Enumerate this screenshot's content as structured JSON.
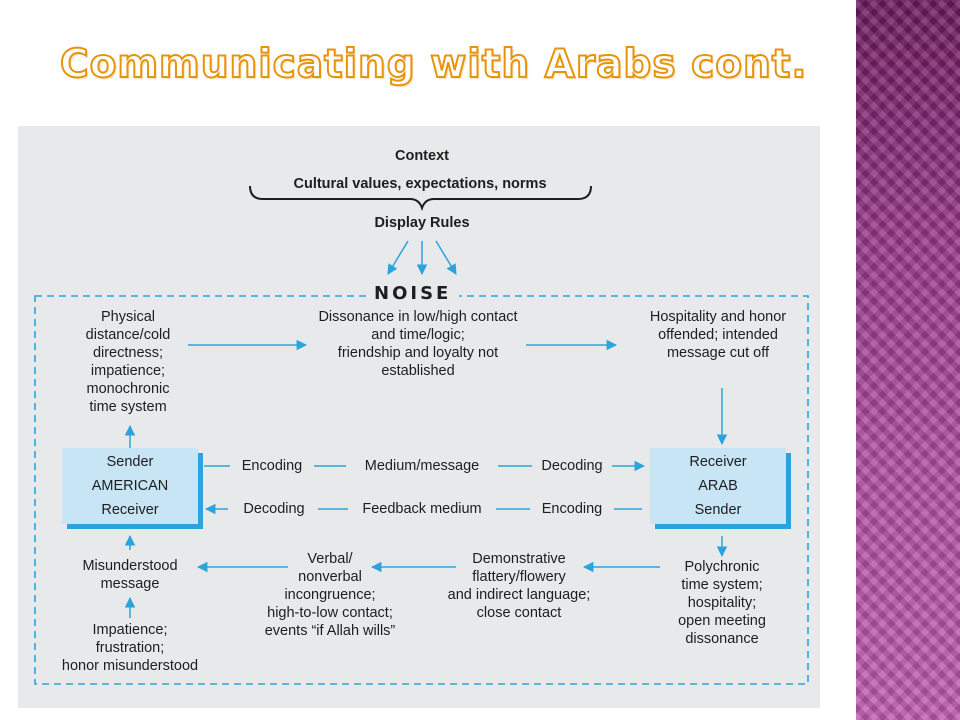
{
  "title": "Communicating with Arabs cont.",
  "diagram": {
    "context": "Context",
    "cultural": "Cultural values, expectations, norms",
    "display_rules": "Display Rules",
    "noise": "NOISE",
    "top_left": "Physical\ndistance/cold\ndirectness;\nimpatience;\nmonochronic\ntime system",
    "top_mid": "Dissonance in low/high contact\nand time/logic;\nfriendship and loyalty not\nestablished",
    "top_right": "Hospitality and honor\noffended; intended\nmessage cut off",
    "sender_box": [
      "Sender",
      "AMERICAN",
      "Receiver"
    ],
    "receiver_box": [
      "Receiver",
      "ARAB",
      "Sender"
    ],
    "row1": [
      "Encoding",
      "Medium/message",
      "Decoding"
    ],
    "row2": [
      "Decoding",
      "Feedback medium",
      "Encoding"
    ],
    "bot_misunderstood": "Misunderstood\nmessage",
    "bot_impatience": "Impatience;\nfrustration;\nhonor misunderstood",
    "bot_verbal": "Verbal/\nnonverbal\nincongruence;\nhigh-to-low contact;\nevents “if Allah wills”",
    "bot_demo": "Demonstrative\nflattery/flowery\nand indirect language;\nclose contact",
    "bot_poly": "Polychronic\ntime system;\nhospitality;\nopen meeting\ndissonance"
  },
  "colors": {
    "accent_orange": "#e8930c",
    "arrow_blue": "#2ba4dc",
    "box_fill": "#c7e5f5",
    "purple_band": "#8e2b7e"
  }
}
